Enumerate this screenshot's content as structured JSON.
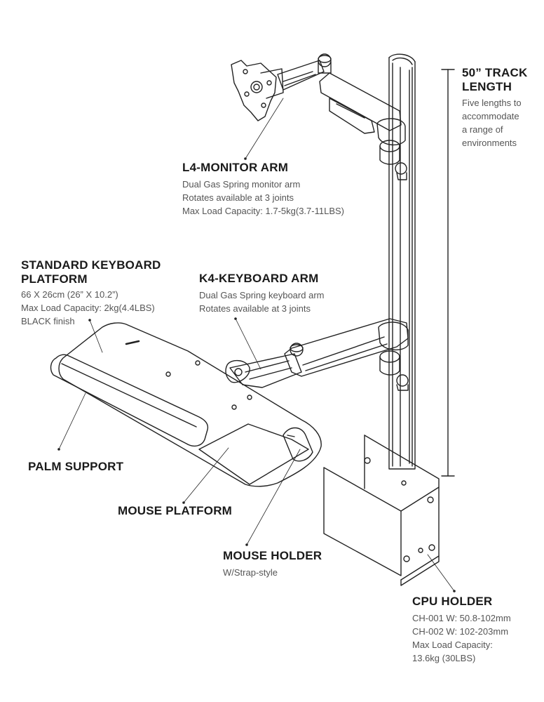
{
  "colors": {
    "line": "#222222",
    "text": "#555555",
    "title": "#1a1a1a"
  },
  "track": {
    "title_lines": [
      "50” TRACK",
      "LENGTH"
    ],
    "desc_lines": [
      "Five lengths to",
      "accommodate",
      "a range of",
      "environments"
    ]
  },
  "monitor_arm": {
    "title": "L4-MONITOR ARM",
    "desc_lines": [
      "Dual Gas Spring monitor arm",
      "Rotates available at 3 joints",
      "Max Load Capacity: 1.7-5kg(3.7-11LBS)"
    ]
  },
  "keyboard_platform": {
    "title_lines": [
      "STANDARD KEYBOARD",
      "PLATFORM"
    ],
    "desc_lines": [
      "66 X 26cm (26” X 10.2”)",
      "Max Load Capacity: 2kg(4.4LBS)",
      "BLACK finish"
    ]
  },
  "keyboard_arm": {
    "title": "K4-KEYBOARD ARM",
    "desc_lines": [
      "Dual Gas Spring keyboard arm",
      "Rotates available at 3 joints"
    ]
  },
  "palm_support": {
    "title": "PALM SUPPORT"
  },
  "mouse_platform": {
    "title": "MOUSE PLATFORM"
  },
  "mouse_holder": {
    "title": "MOUSE HOLDER",
    "desc_lines": [
      "W/Strap-style"
    ]
  },
  "cpu_holder": {
    "title": "CPU HOLDER",
    "desc_lines": [
      "CH-001 W: 50.8-102mm",
      "CH-002 W: 102-203mm",
      "Max Load Capacity:",
      "13.6kg (30LBS)"
    ]
  }
}
